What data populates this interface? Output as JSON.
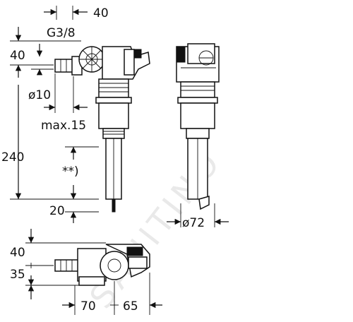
{
  "dimensions": {
    "top_offset": "40",
    "thread": "G3/8",
    "inlet_height": "40",
    "diameter_inlet": "ø10",
    "max_length": "max.15",
    "total_height": "240",
    "adjustable_note": "**)",
    "bottom_offset": "20",
    "diameter_body": "ø72",
    "plan_height": "40",
    "plan_offset": "35",
    "plan_width_left": "70",
    "plan_width_right": "65"
  },
  "watermark": "SANITINO"
}
